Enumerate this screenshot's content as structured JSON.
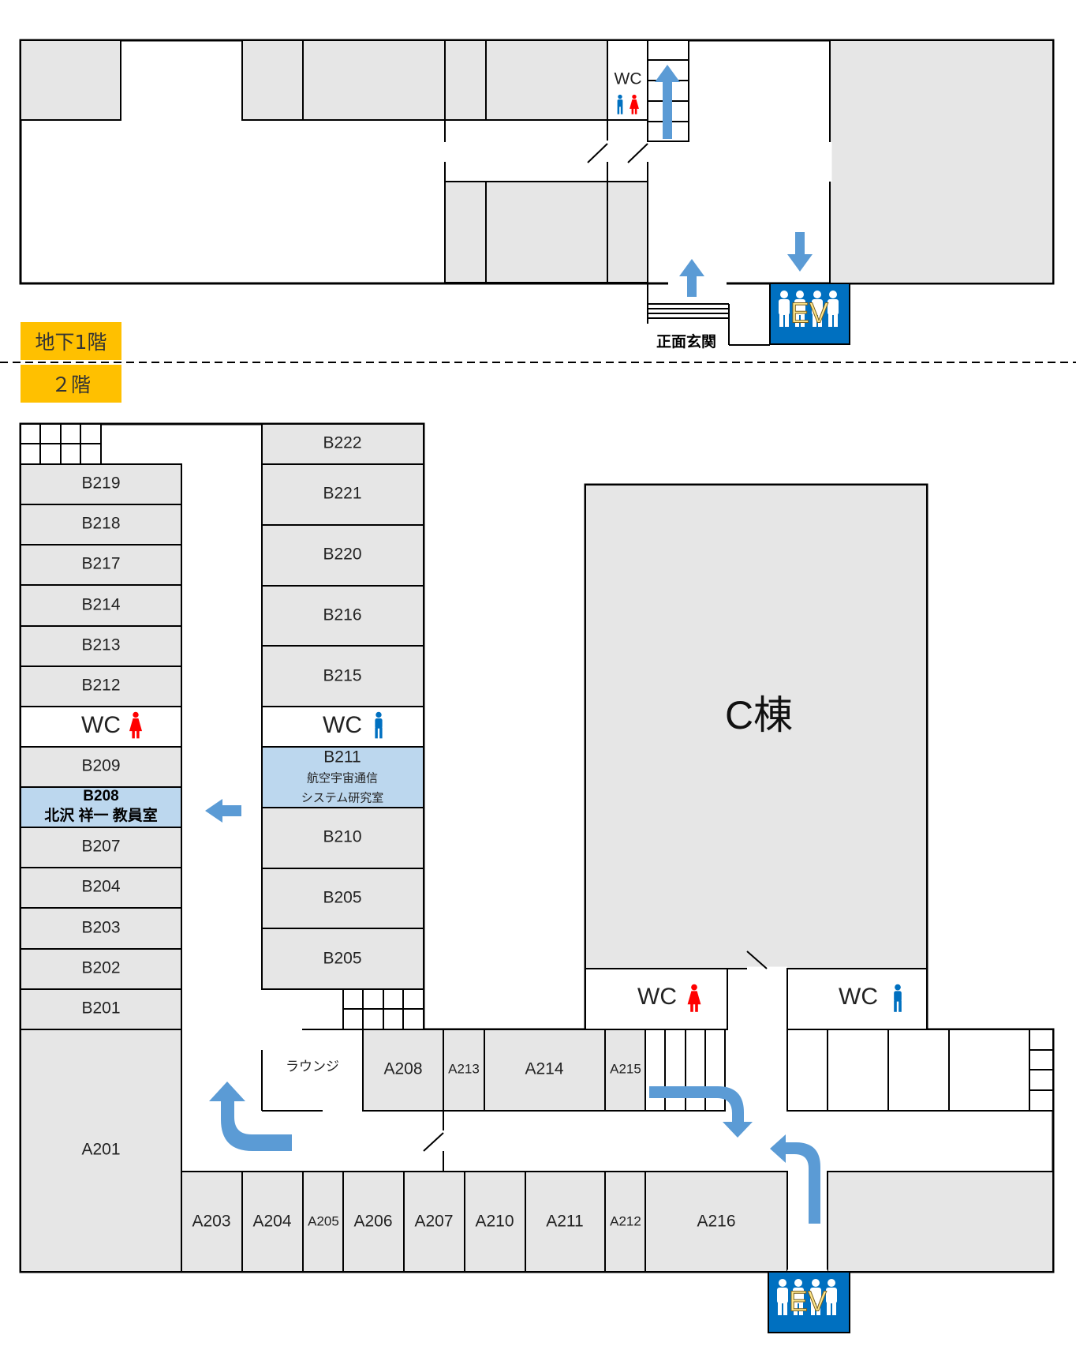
{
  "floors": {
    "upper": "地下1階",
    "lower": "２階"
  },
  "entrance": "正面玄関",
  "elevator": "EV",
  "wc": "WC",
  "building_c": "C棟",
  "lounge": "ラウンジ",
  "rooms_b_left": [
    "B219",
    "B218",
    "B217",
    "B214",
    "B213",
    "B212",
    "B209",
    "B207",
    "B204",
    "B203",
    "B202",
    "B201"
  ],
  "rooms_b_right": [
    "B222",
    "B221",
    "B220",
    "B216",
    "B215",
    "B210",
    "B205",
    "B205"
  ],
  "highlight_office": {
    "room": "B208",
    "name": "北沢 祥一 教員室"
  },
  "highlight_lab": {
    "room": "B211",
    "line1": "航空宇宙通信",
    "line2": "システム研究室"
  },
  "rooms_a_mid": [
    "A208",
    "A213",
    "A214",
    "A215"
  ],
  "rooms_a_bottom": [
    "A203",
    "A204",
    "A205",
    "A206",
    "A207",
    "A210",
    "A211",
    "A212",
    "A216"
  ],
  "room_a201": "A201",
  "colors": {
    "room_fill": "#e6e6e6",
    "highlight": "#bcd7ee",
    "arrow": "#5b9bd5",
    "floor_badge": "#ffc000",
    "ev_bg": "#0070c0",
    "wc_female": "#ff0000",
    "wc_male": "#0070c0"
  }
}
